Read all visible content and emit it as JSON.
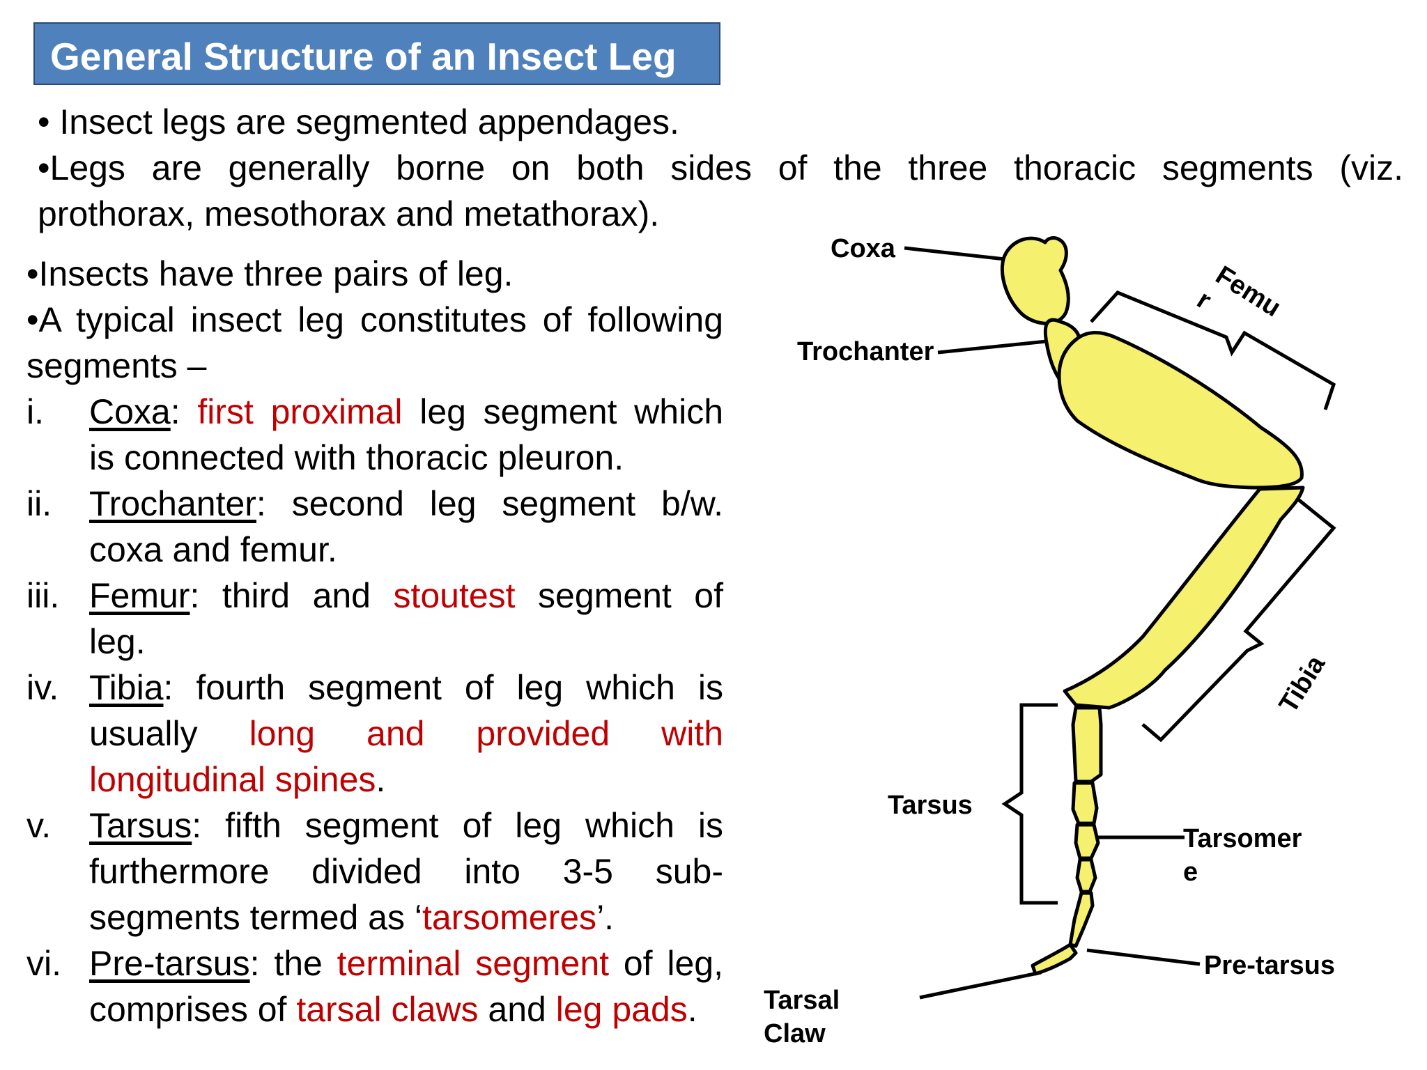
{
  "title": "General Structure of an Insect Leg",
  "intro": {
    "b1": "• Insect legs are segmented appendages.",
    "b2_line1": "•Legs are generally borne on both sides of the three thoracic segments (viz.",
    "b2_line2": "prothorax, mesothorax and metathorax).",
    "b3": "•Insects have three pairs of leg.",
    "b4_line1": "•A typical insect leg constitutes of following",
    "b4_line2": "segments –"
  },
  "segments": [
    {
      "num": "i.",
      "name": "Coxa",
      "t1": ": ",
      "h1": "first proximal",
      "t2": " leg segment which",
      "t3": "is connected with thoracic pleuron."
    },
    {
      "num": "ii.",
      "name": "Trochanter",
      "t1": ": second leg segment b/w.",
      "t2": "coxa and femur."
    },
    {
      "num": "iii.",
      "name": "Femur",
      "t1": ": third and ",
      "h1": "stoutest",
      "t2": " segment of",
      "t3": "leg."
    },
    {
      "num": "iv.",
      "name": "Tibia",
      "t1": ": fourth segment of leg which is",
      "t2": "usually ",
      "h1": "long and provided with",
      "h2": "longitudinal spines",
      "t3": "."
    },
    {
      "num": "v.",
      "name": "Tarsus",
      "t1": ": fifth segment of leg which is",
      "t2": "furthermore divided into 3-5 sub-",
      "t3": "segments termed as ‘",
      "h1": "tarsomeres",
      "t4": "’."
    },
    {
      "num": "vi.",
      "name": "Pre-tarsus",
      "t1": ": the ",
      "h1": "terminal segment",
      "t2": " of leg,",
      "t3": "comprises of ",
      "h2": "tarsal claws",
      "t4": " and ",
      "h3": "leg pads",
      "t5": "."
    }
  ],
  "diagram_labels": {
    "coxa": "Coxa",
    "trochanter": "Trochanter",
    "femur_1": "Femu",
    "femur_2": "r",
    "tibia": "Tibia",
    "tarsus": "Tarsus",
    "tarsomere_1": "Tarsomer",
    "tarsomere_2": "e",
    "pretarsus": "Pre-tarsus",
    "tarsal_claw_1": "Tarsal",
    "tarsal_claw_2": "Claw"
  },
  "colors": {
    "title_bg": "#4f81bd",
    "highlight": "#c00000",
    "leg_fill": "#f5f06e"
  }
}
